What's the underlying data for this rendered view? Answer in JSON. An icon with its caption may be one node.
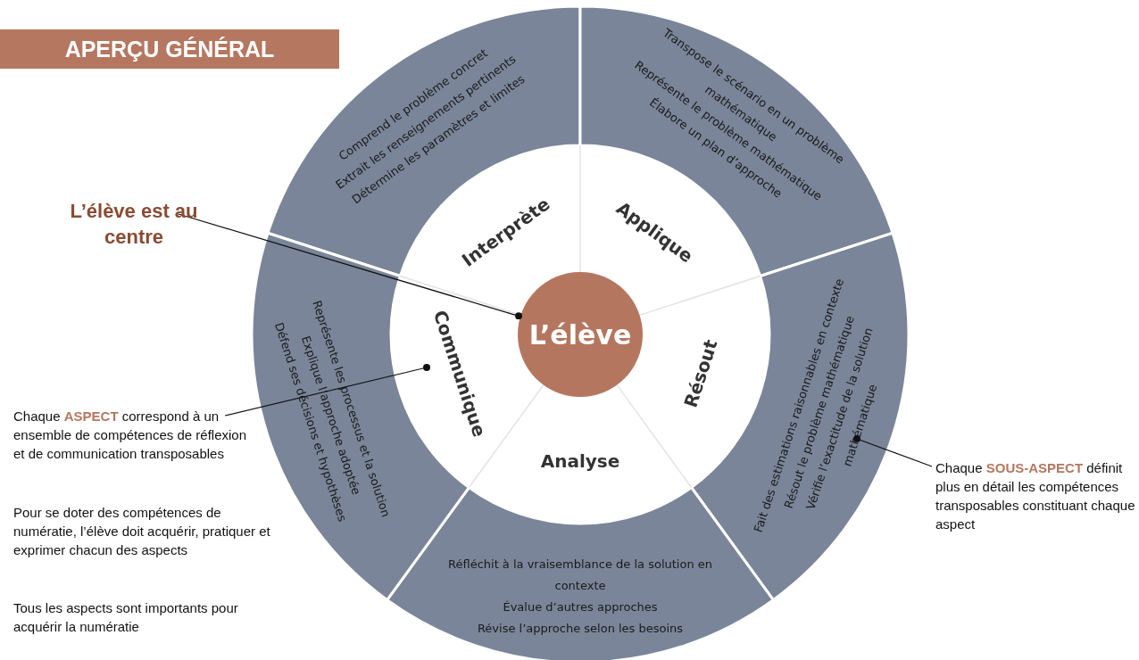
{
  "diagram": {
    "title": "APERÇU GÉNÉRAL",
    "nodes": [
      {
        "text": [
          "L’élève"
        ]
      },
      {
        "text": [
          "Interprète"
        ]
      },
      {
        "text": [
          "Applique"
        ]
      },
      {
        "text": [
          "Résout"
        ]
      },
      {
        "text": [
          "Analyse"
        ]
      },
      {
        "text": [
          "Communique"
        ]
      },
      {
        "text": [
          "Comprend le problème concret",
          "Extrait les renseignements pertinents",
          "Détermine les paramètres et limites"
        ]
      },
      {
        "text": [
          "Transpose le scénario en un problème mathématique",
          "Représente le problème mathématique",
          "Élabore un plan d’approche"
        ]
      },
      {
        "text": [
          "Fait des estimations raisonnables en contexte",
          "Résout le problème mathématique",
          "Vérifie l’exactitude de la solution mathématique"
        ]
      },
      {
        "text": [
          "Réfléchit à la vraisemblance de la solution en contexte",
          "Évalue d’autres approches",
          "Révise l’approche selon les besoins"
        ]
      },
      {
        "text": [
          "Représente les processus et la solution",
          "Explique l’approche adoptée",
          "Défend ses décisions et hypothèses"
        ]
      },
      {
        "text": [
          "L’élève est au centre"
        ]
      },
      {
        "text": [
          "Chaque **ASPECT** correspond à un ensemble de compétences de réflexion et de communication transposables"
        ]
      },
      {
        "text": [
          "Chaque **SOUS-ASPECT** définit plus en détail les compétences transposables constituant chaque aspect"
        ]
      }
    ],
    "edges": [
      {
        "from": 11,
        "to": 0,
        "arrow": "other"
      },
      {
        "from": 12,
        "to": 5,
        "arrow": "other"
      },
      {
        "from": 13,
        "to": 8,
        "arrow": "other"
      }
    ],
    "labels": [
      "Pour se doter des compétences de numératie, l’élève doit acquérir, pratiquer et exprimer chacun des aspects",
      "Tous les aspects sont importants pour acquérir la numératie"
    ]
  }
}
